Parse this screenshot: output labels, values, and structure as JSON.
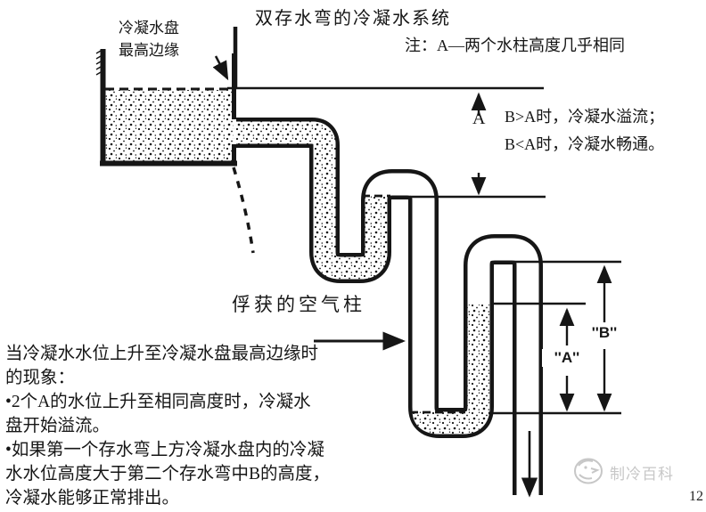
{
  "page": {
    "page_number": "12",
    "background": "#ffffff",
    "ink_color": "#161616"
  },
  "title": "双存水弯的冷凝水系统",
  "note": "注：A—两个水柱高度几乎相同",
  "pan_label": "冷凝水盘\n最高边缘",
  "conditions": "B>A时，冷凝水溢流；\nB<A时，冷凝水畅通。",
  "air_column_label": "俘获的空气柱",
  "dimension_labels": {
    "a_upper": "A",
    "a_trap": "''A''",
    "b_trap": "''B''"
  },
  "description": "当冷凝水水位上升至冷凝水盘最高边缘时\n的现象：\n•2个A的水位上升至相同高度时，冷凝水\n盘开始溢流。\n•如果第一个存水弯上方冷凝水盘内的冷凝\n水水位高度大于第二个存水弯中B的高度，\n冷凝水能够正常排出。",
  "watermark": {
    "brand": "制冷百科",
    "color": "#c7c7c7"
  }
}
